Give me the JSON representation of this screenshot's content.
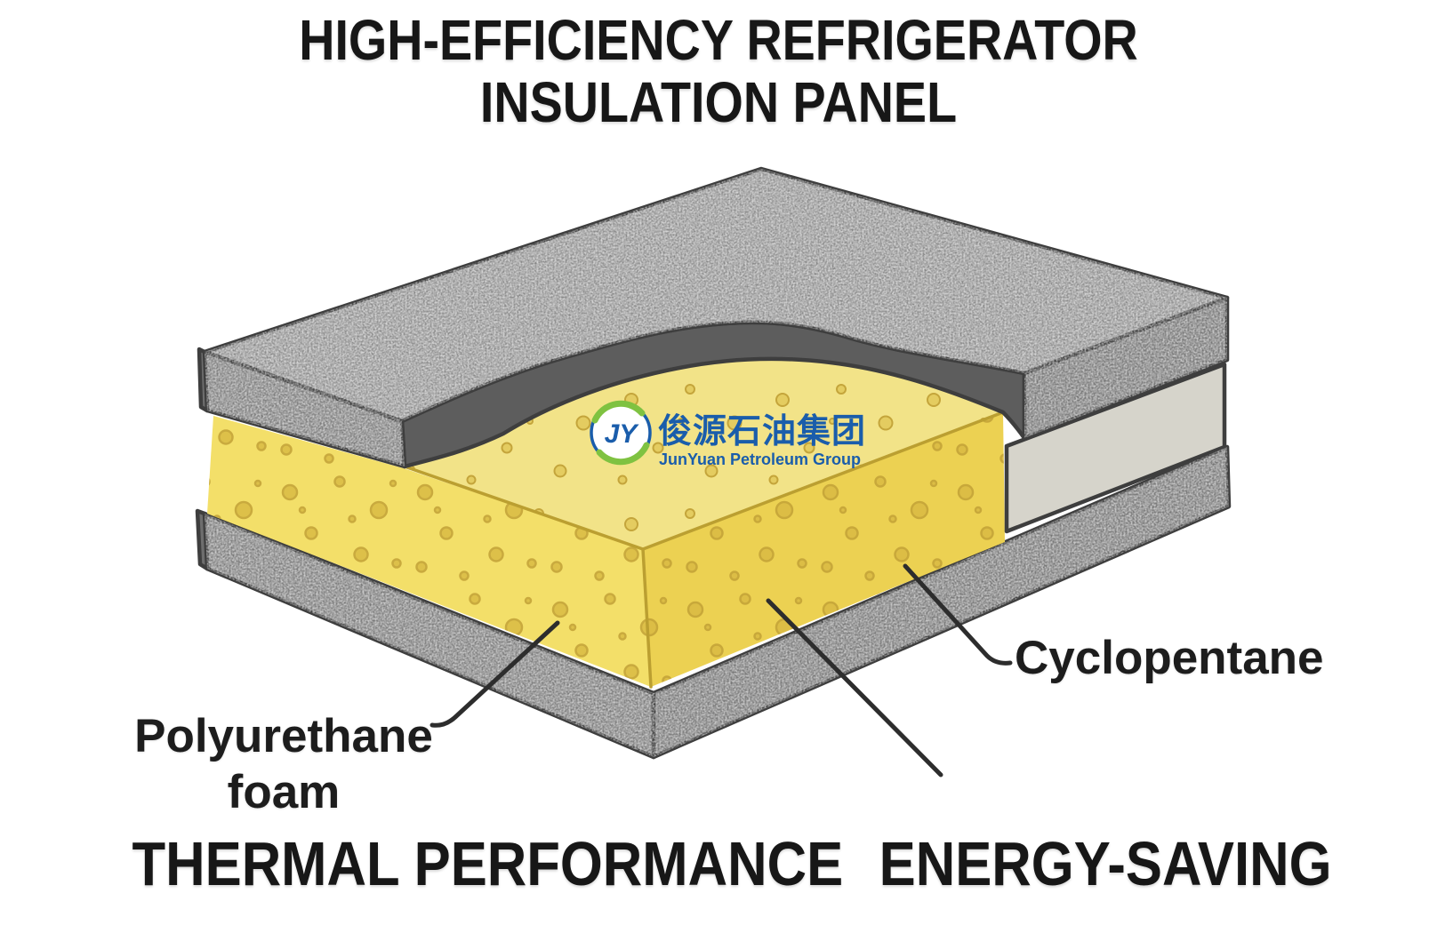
{
  "title": {
    "line1": "HIGH-EFFICIENCY REFRIGERATOR",
    "line2": "INSULATION PANEL"
  },
  "labels": {
    "polyurethane_line1": "Polyurethane",
    "polyurethane_line2": "foam",
    "cyclopentane": "Cyclopentane"
  },
  "watermark": {
    "monogram": "JY",
    "chinese": "俊源石油集团",
    "english": "JunYuan Petroleum Group"
  },
  "footer": {
    "part1": "THERMAL PERFORMANCE",
    "part2": "ENERGY-SAVING"
  },
  "colors": {
    "text": "#171717",
    "outline": "#3e3e3e",
    "slabTop": "#a9a9a9",
    "slabFrontL": "#909090",
    "slabFrontR": "#888888",
    "slabBottomL": "#8f8f8f",
    "slabBottomR": "#8a8a8a",
    "band": "#5d5d5d",
    "cap": "#6e6e6e",
    "lightBand": "#d6d4cb",
    "foamLeft": "#f3df69",
    "foamRight": "#ecd152",
    "foamTop": "#f2e388",
    "dot": "#d9ba43",
    "dotRim": "#c2a136",
    "dotTop": "#e4cb5e",
    "ridge": "#bb9f31",
    "leader": "#2d2d2d",
    "logoBlue": "#1a5dab",
    "logoGreen": "#7fc241"
  }
}
